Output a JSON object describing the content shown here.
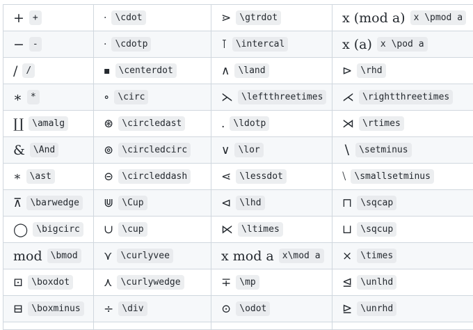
{
  "rows": [
    [
      {
        "symbol": "+",
        "command": "+"
      },
      {
        "symbol": "·",
        "command": "\\cdot"
      },
      {
        "symbol": "⋗",
        "command": "\\gtrdot"
      },
      {
        "symbol": "x (mod a)",
        "command": "x \\pmod a"
      }
    ],
    [
      {
        "symbol": "−",
        "command": "-"
      },
      {
        "symbol": "·",
        "command": "\\cdotp"
      },
      {
        "symbol": "⊺",
        "command": "\\intercal"
      },
      {
        "symbol": "x (a)",
        "command": "x \\pod a"
      }
    ],
    [
      {
        "symbol": "/",
        "command": "/"
      },
      {
        "symbol": "▪",
        "command": "\\centerdot"
      },
      {
        "symbol": "∧",
        "command": "\\land"
      },
      {
        "symbol": "⊳",
        "command": "\\rhd"
      }
    ],
    [
      {
        "symbol": "∗",
        "command": "*"
      },
      {
        "symbol": "∘",
        "command": "\\circ"
      },
      {
        "symbol": "⋋",
        "command": "\\leftthreetimes"
      },
      {
        "symbol": "⋌",
        "command": "\\rightthreetimes"
      }
    ],
    [
      {
        "symbol": "∐",
        "command": "\\amalg"
      },
      {
        "symbol": "⊛",
        "command": "\\circledast"
      },
      {
        "symbol": ".",
        "command": "\\ldotp"
      },
      {
        "symbol": "⋊",
        "command": "\\rtimes"
      }
    ],
    [
      {
        "symbol": "&",
        "command": "\\And"
      },
      {
        "symbol": "⊚",
        "command": "\\circledcirc"
      },
      {
        "symbol": "∨",
        "command": "\\lor"
      },
      {
        "symbol": "∖",
        "command": "\\setminus"
      }
    ],
    [
      {
        "symbol": "∗",
        "command": "\\ast"
      },
      {
        "symbol": "⊝",
        "command": "\\circleddash"
      },
      {
        "symbol": "⋖",
        "command": "\\lessdot"
      },
      {
        "symbol": "⧵",
        "command": "\\smallsetminus"
      }
    ],
    [
      {
        "symbol": "⊼",
        "command": "\\barwedge"
      },
      {
        "symbol": "⋓",
        "command": "\\Cup"
      },
      {
        "symbol": "⊲",
        "command": "\\lhd"
      },
      {
        "symbol": "⊓",
        "command": "\\sqcap"
      }
    ],
    [
      {
        "symbol": "◯",
        "command": "\\bigcirc"
      },
      {
        "symbol": "∪",
        "command": "\\cup"
      },
      {
        "symbol": "⋉",
        "command": "\\ltimes"
      },
      {
        "symbol": "⊔",
        "command": "\\sqcup"
      }
    ],
    [
      {
        "symbol": "mod",
        "command": "\\bmod"
      },
      {
        "symbol": "⋎",
        "command": "\\curlyvee"
      },
      {
        "symbol": "x  mod a",
        "command": "x\\mod a"
      },
      {
        "symbol": "×",
        "command": "\\times"
      }
    ],
    [
      {
        "symbol": "⊡",
        "command": "\\boxdot"
      },
      {
        "symbol": "⋏",
        "command": "\\curlywedge"
      },
      {
        "symbol": "∓",
        "command": "\\mp"
      },
      {
        "symbol": "⊴",
        "command": "\\unlhd"
      }
    ],
    [
      {
        "symbol": "⊟",
        "command": "\\boxminus"
      },
      {
        "symbol": "÷",
        "command": "\\div"
      },
      {
        "symbol": "⊙",
        "command": "\\odot"
      },
      {
        "symbol": "⊵",
        "command": "\\unrhd"
      }
    ]
  ]
}
